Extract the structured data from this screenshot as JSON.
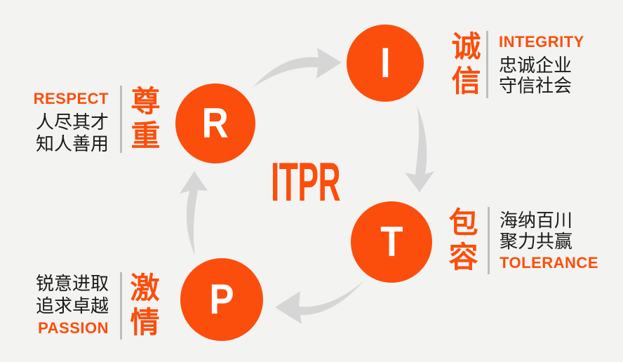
{
  "colors": {
    "accent_orange": "#fb4e0c",
    "text_dark": "#1a1a1a",
    "arrow_gray": "#d6d6d6",
    "divider_gray": "#bdbdbd",
    "background": "#f3f3f1",
    "circle_letter": "#ffffff"
  },
  "center": {
    "title": "ITPR"
  },
  "nodes": {
    "integrity": {
      "letter": "I",
      "cn_value": "诚信",
      "en_label": "INTEGRITY",
      "desc_line1": "忠诚企业",
      "desc_line2": "守信社会"
    },
    "tolerance": {
      "letter": "T",
      "cn_value": "包容",
      "en_label": "TOLERANCE",
      "desc_line1": "海纳百川",
      "desc_line2": "聚力共赢"
    },
    "passion": {
      "letter": "P",
      "cn_value": "激情",
      "en_label": "PASSION",
      "desc_line1": "锐意进取",
      "desc_line2": "追求卓越"
    },
    "respect": {
      "letter": "R",
      "cn_value": "尊重",
      "en_label": "RESPECT",
      "desc_line1": "人尽其才",
      "desc_line2": "知人善用"
    }
  },
  "icons": {
    "arrow_r_to_i": "curved-arrow-pointing-right",
    "arrow_i_to_t": "curved-arrow-pointing-down",
    "arrow_t_to_p": "curved-arrow-pointing-left",
    "arrow_p_to_r": "curved-arrow-pointing-up"
  }
}
